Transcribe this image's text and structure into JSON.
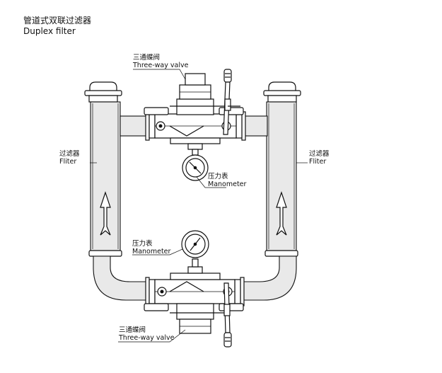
{
  "title": {
    "cn": "管道式双联过滤器",
    "en": "Duplex filter"
  },
  "labels": {
    "valve_top": {
      "cn": "三通蝶阀",
      "en": "Three-way valve"
    },
    "valve_bottom": {
      "cn": "三通蝶阀",
      "en": "Three-way valve"
    },
    "filter_left": {
      "cn": "过滤器",
      "en": "Fliter"
    },
    "filter_right": {
      "cn": "过滤器",
      "en": "Fliter"
    },
    "gauge_top": {
      "cn": "压力表",
      "en": "Manometer"
    },
    "gauge_bottom": {
      "cn": "压力表",
      "en": "Manometer"
    }
  },
  "colors": {
    "line": "#111111",
    "fill": "#e9e9e9",
    "background": "#ffffff"
  }
}
